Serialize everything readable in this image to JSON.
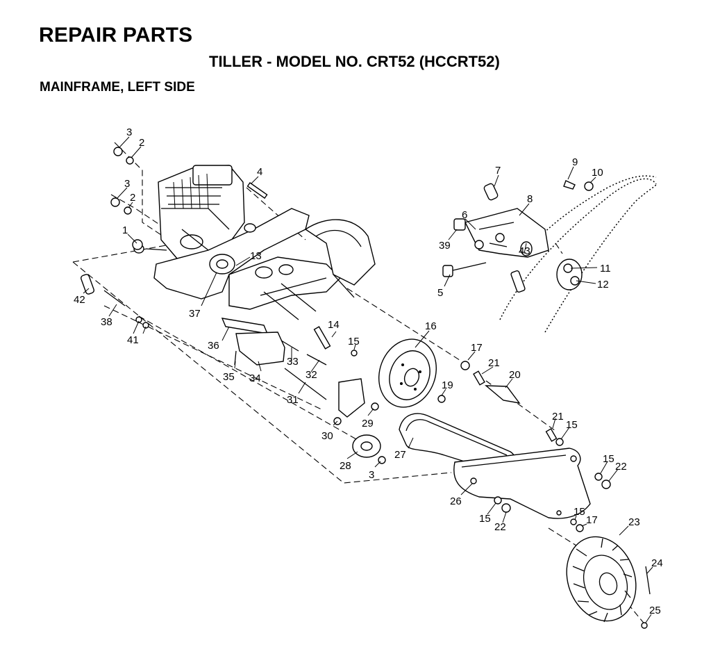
{
  "header": {
    "title": "REPAIR PARTS",
    "subtitle": "TILLER - MODEL NO. CRT52 (HCCRT52)",
    "section": "MAINFRAME, LEFT SIDE"
  },
  "diagram": {
    "callouts": [
      "1",
      "2",
      "2",
      "3",
      "3",
      "3",
      "4",
      "5",
      "6",
      "7",
      "8",
      "9",
      "10",
      "11",
      "12",
      "13",
      "14",
      "15",
      "15",
      "15",
      "15",
      "15",
      "16",
      "17",
      "17",
      "19",
      "20",
      "21",
      "21",
      "22",
      "22",
      "23",
      "24",
      "25",
      "26",
      "27",
      "28",
      "29",
      "30",
      "31",
      "32",
      "33",
      "34",
      "35",
      "36",
      "37",
      "38",
      "39",
      "41",
      "42",
      "43"
    ]
  }
}
